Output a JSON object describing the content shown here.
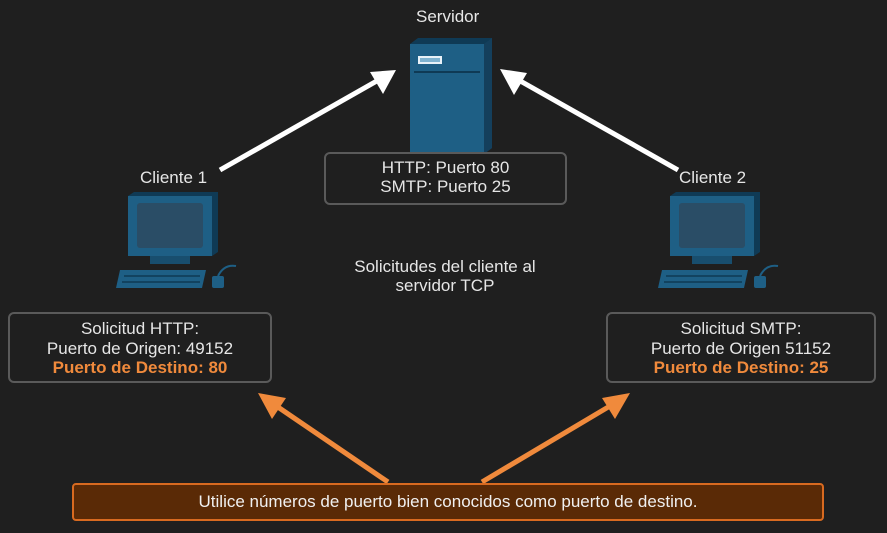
{
  "server": {
    "title": "Servidor",
    "ports": [
      "HTTP: Puerto 80",
      "SMTP: Puerto 25"
    ]
  },
  "client1": {
    "title": "Cliente 1",
    "request": "Solicitud HTTP:",
    "source_port": "Puerto de Origen: 49152",
    "dest_port": "Puerto de Destino: 80"
  },
  "client2": {
    "title": "Cliente 2",
    "request": "Solicitud SMTP:",
    "source_port": "Puerto de Origen 51152",
    "dest_port": "Puerto de Destino: 25"
  },
  "center_caption": [
    "Solicitudes del cliente al",
    "servidor TCP"
  ],
  "note": "Utilice números de puerto bien conocidos como puerto de destino.",
  "colors": {
    "device_blue": "#1e5f85",
    "device_dark": "#0f3a55",
    "highlight": "#f08a3c",
    "note_bg": "#5a2a06"
  }
}
